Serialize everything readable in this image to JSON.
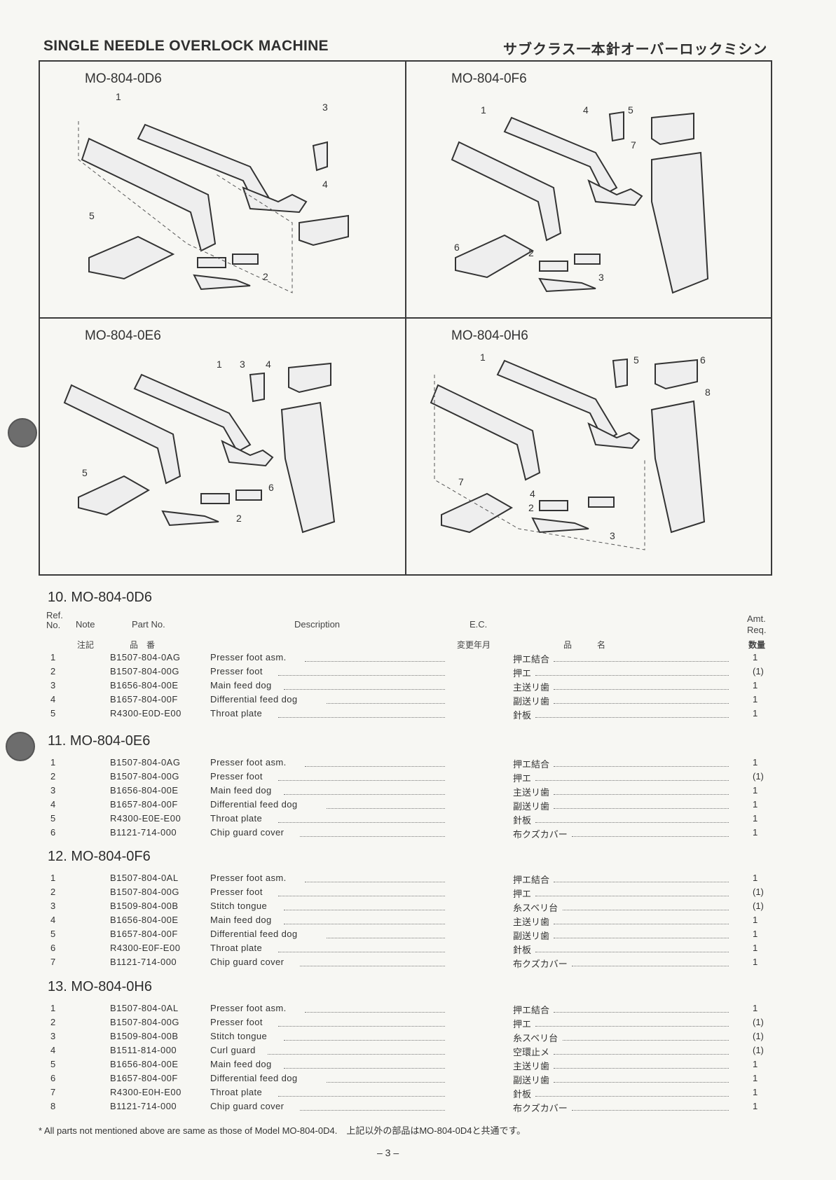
{
  "header": {
    "title_en": "SINGLE NEEDLE OVERLOCK MACHINE",
    "title_jp": "サブクラス一本針オーバーロックミシン"
  },
  "panels": [
    {
      "model": "MO-804-0D6",
      "callouts": [
        "1",
        "2",
        "3",
        "4",
        "5"
      ]
    },
    {
      "model": "MO-804-0F6",
      "callouts": [
        "1",
        "2",
        "3",
        "4",
        "5",
        "6",
        "7"
      ]
    },
    {
      "model": "MO-804-0E6",
      "callouts": [
        "1",
        "2",
        "3",
        "4",
        "5",
        "6"
      ]
    },
    {
      "model": "MO-804-0H6",
      "callouts": [
        "1",
        "2",
        "3",
        "4",
        "5",
        "6",
        "7",
        "8"
      ]
    }
  ],
  "columns": {
    "ref": "Ref. No.",
    "note": "Note",
    "note_jp": "注記",
    "part": "Part No.",
    "part_jp": "品　番",
    "desc": "Description",
    "ec": "E.C.",
    "ec_jp": "変更年月",
    "name_jp": "品　　　名",
    "amt": "Amt. Req.",
    "amt_jp": "数量"
  },
  "sections": [
    {
      "title": "10. MO-804-0D6",
      "rows": [
        {
          "ref": "1",
          "part": "B1507-804-0AG",
          "desc": "Presser foot asm.",
          "jp": "押エ結合",
          "amt": "1"
        },
        {
          "ref": "2",
          "part": "B1507-804-00G",
          "desc": "Presser foot",
          "jp": "押エ",
          "amt": "(1)"
        },
        {
          "ref": "3",
          "part": "B1656-804-00E",
          "desc": "Main feed dog",
          "jp": "主送リ歯",
          "amt": "1"
        },
        {
          "ref": "4",
          "part": "B1657-804-00F",
          "desc": "Differential feed dog",
          "jp": "副送リ歯",
          "amt": "1"
        },
        {
          "ref": "5",
          "part": "R4300-E0D-E00",
          "desc": "Throat plate",
          "jp": "針板",
          "amt": "1"
        }
      ]
    },
    {
      "title": "11. MO-804-0E6",
      "rows": [
        {
          "ref": "1",
          "part": "B1507-804-0AG",
          "desc": "Presser foot asm.",
          "jp": "押エ結合",
          "amt": "1"
        },
        {
          "ref": "2",
          "part": "B1507-804-00G",
          "desc": "Presser foot",
          "jp": "押エ",
          "amt": "(1)"
        },
        {
          "ref": "3",
          "part": "B1656-804-00E",
          "desc": "Main feed dog",
          "jp": "主送リ歯",
          "amt": "1"
        },
        {
          "ref": "4",
          "part": "B1657-804-00F",
          "desc": "Differential feed dog",
          "jp": "副送リ歯",
          "amt": "1"
        },
        {
          "ref": "5",
          "part": "R4300-E0E-E00",
          "desc": "Throat plate",
          "jp": "針板",
          "amt": "1"
        },
        {
          "ref": "6",
          "part": "B1121-714-000",
          "desc": "Chip guard cover",
          "jp": "布クズカバー",
          "amt": "1"
        }
      ]
    },
    {
      "title": "12. MO-804-0F6",
      "rows": [
        {
          "ref": "1",
          "part": "B1507-804-0AL",
          "desc": "Presser foot asm.",
          "jp": "押エ結合",
          "amt": "1"
        },
        {
          "ref": "2",
          "part": "B1507-804-00G",
          "desc": "Presser foot",
          "jp": "押エ",
          "amt": "(1)"
        },
        {
          "ref": "3",
          "part": "B1509-804-00B",
          "desc": "Stitch tongue",
          "jp": "糸スベリ台",
          "amt": "(1)"
        },
        {
          "ref": "4",
          "part": "B1656-804-00E",
          "desc": "Main feed dog",
          "jp": "主送リ歯",
          "amt": "1"
        },
        {
          "ref": "5",
          "part": "B1657-804-00F",
          "desc": "Differential feed dog",
          "jp": "副送リ歯",
          "amt": "1"
        },
        {
          "ref": "6",
          "part": "R4300-E0F-E00",
          "desc": "Throat plate",
          "jp": "針板",
          "amt": "1"
        },
        {
          "ref": "7",
          "part": "B1121-714-000",
          "desc": "Chip guard cover",
          "jp": "布クズカバー",
          "amt": "1"
        }
      ]
    },
    {
      "title": "13. MO-804-0H6",
      "rows": [
        {
          "ref": "1",
          "part": "B1507-804-0AL",
          "desc": "Presser foot asm.",
          "jp": "押エ結合",
          "amt": "1"
        },
        {
          "ref": "2",
          "part": "B1507-804-00G",
          "desc": "Presser foot",
          "jp": "押エ",
          "amt": "(1)"
        },
        {
          "ref": "3",
          "part": "B1509-804-00B",
          "desc": "Stitch tongue",
          "jp": "糸スベリ台",
          "amt": "(1)"
        },
        {
          "ref": "4",
          "part": "B1511-814-000",
          "desc": "Curl guard",
          "jp": "空環止メ",
          "amt": "(1)"
        },
        {
          "ref": "5",
          "part": "B1656-804-00E",
          "desc": "Main feed dog",
          "jp": "主送リ歯",
          "amt": "1"
        },
        {
          "ref": "6",
          "part": "B1657-804-00F",
          "desc": "Differential feed dog",
          "jp": "副送リ歯",
          "amt": "1"
        },
        {
          "ref": "7",
          "part": "R4300-E0H-E00",
          "desc": "Throat plate",
          "jp": "針板",
          "amt": "1"
        },
        {
          "ref": "8",
          "part": "B1121-714-000",
          "desc": "Chip guard cover",
          "jp": "布クズカバー",
          "amt": "1"
        }
      ]
    }
  ],
  "footnote": "* All parts not mentioned above are same as those of Model MO-804-0D4.　上記以外の部品はMO-804-0D4と共通です。",
  "page_number": "– 3 –"
}
